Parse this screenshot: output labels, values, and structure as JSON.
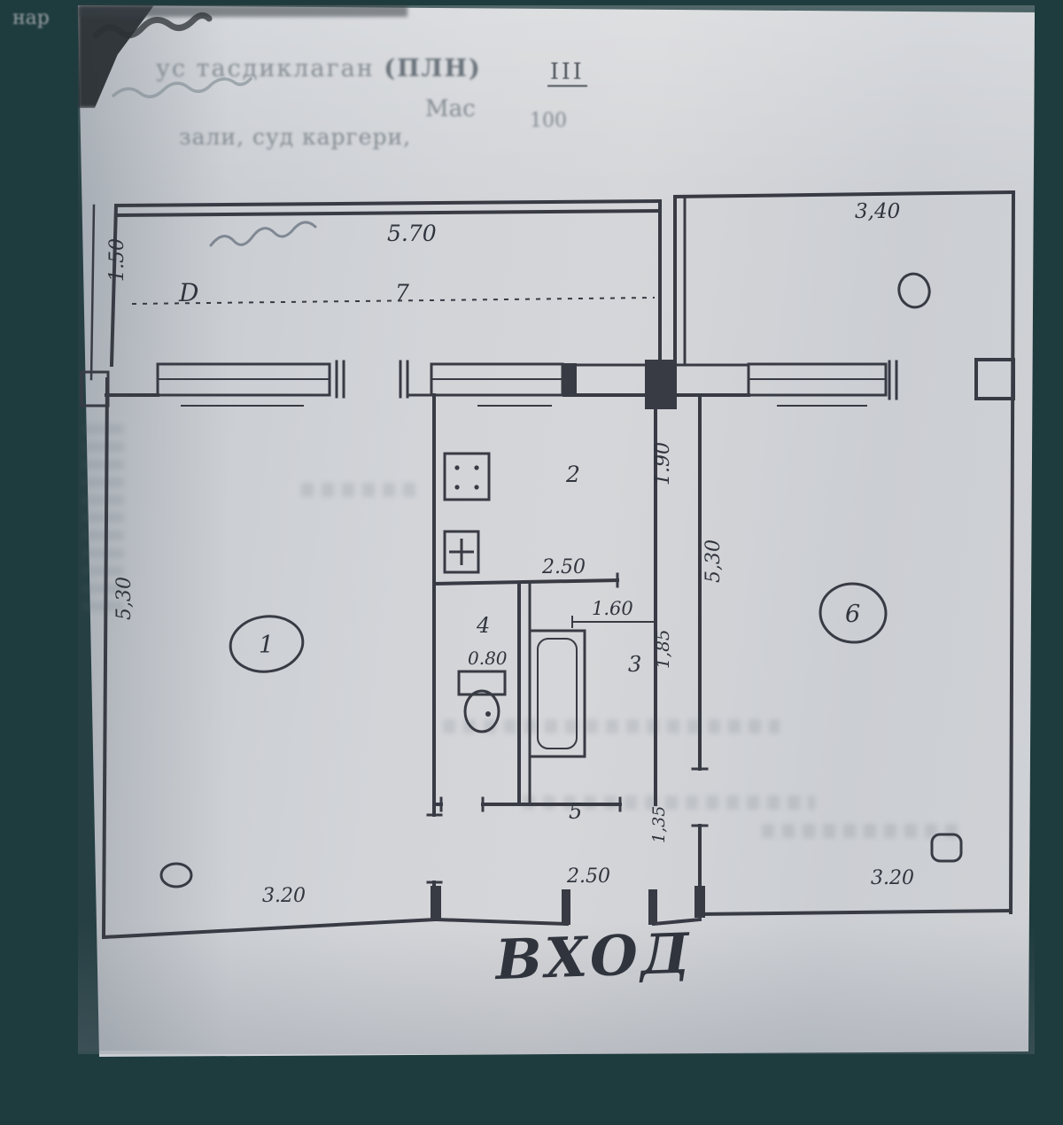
{
  "colors": {
    "background": "#1e3b3d",
    "paper": "#cdd0d5",
    "ink": "#383b44",
    "faded_ink": "#858d94"
  },
  "header": {
    "corner": "нар",
    "stamp_line": "ус тасдиклаган",
    "stamp_paren": "(ПЛН)",
    "roman": "III",
    "note_word": "Мас",
    "note_number": "100",
    "second_line": "зали, суд каргери,"
  },
  "plan": {
    "rooms": {
      "r1": "1",
      "r2": "2",
      "r3": "3",
      "r4": "4",
      "r5": "5",
      "r6": "6",
      "r7": "7",
      "letter": "D"
    },
    "dims": {
      "balcony_w": "5.70",
      "balcony_d": "1.50",
      "top_right_w": "3,40",
      "left_h": "5,30",
      "kitchen_d": "1.90",
      "kitchen_w": "2.50",
      "corridor_h": "5,30",
      "bath_w": "1.60",
      "bath_h": "1,85",
      "wc_w": "0.80",
      "room1_w": "3.20",
      "hall_w": "2.50",
      "hall_d": "1,35",
      "room6_w": "3.20"
    },
    "entrance": "ВХОД"
  }
}
